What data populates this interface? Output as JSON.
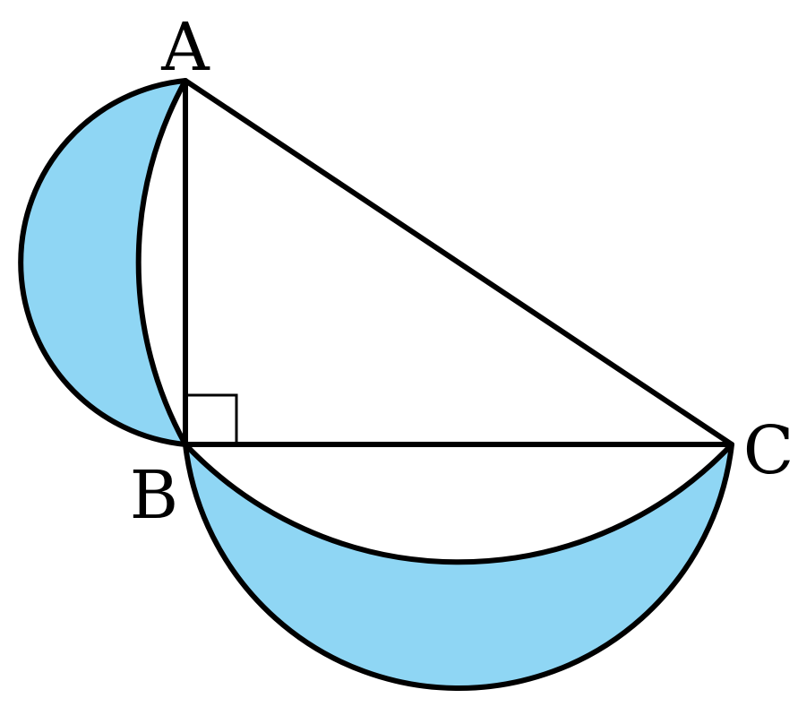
{
  "diagram": {
    "vertex_labels": {
      "a": "A",
      "b": "B",
      "c": "C"
    },
    "right_angle_at": "B",
    "colors": {
      "shaded_region": "#8fd6f4",
      "stroke": "#000000",
      "background": "#ffffff"
    }
  }
}
